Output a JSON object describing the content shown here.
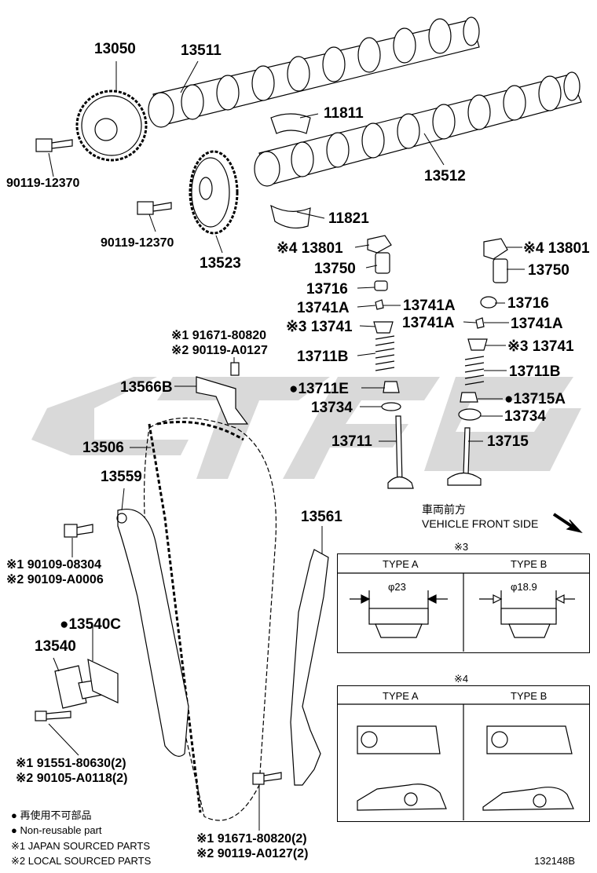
{
  "parts": {
    "p13050": "13050",
    "p13511": "13511",
    "p11811": "11811",
    "p9011912370a": "90119-12370",
    "p13512": "13512",
    "p9011912370b": "90119-12370",
    "p13523": "13523",
    "p11821": "11821",
    "p13801_left": "※4 13801",
    "p13750_left": "13750",
    "p13716_left": "13716",
    "p13741A_l1": "13741A",
    "p13741A_l2": "13741A",
    "p13741_left": "※3 13741",
    "p13711B_left": "13711B",
    "p13711E": "●13711E",
    "p13734_left": "13734",
    "p13711": "13711",
    "p13801_right": "※4 13801",
    "p13750_right": "13750",
    "p13716_right": "13716",
    "p13741A_r1": "13741A",
    "p13741A_r2": "13741A",
    "p13741_right": "※3 13741",
    "p13711B_right": "13711B",
    "p13715A": "●13715A",
    "p13734_right": "13734",
    "p13715": "13715",
    "p91671_80820": "※1 91671-80820",
    "p90119_A0127": "※2 90119-A0127",
    "p13566B": "13566B",
    "p13506": "13506",
    "p13559": "13559",
    "p13561": "13561",
    "p90109_08304": "※1 90109-08304",
    "p90109_A0006": "※2 90109-A0006",
    "p13540C": "●13540C",
    "p13540": "13540",
    "p91551_80630": "※1 91551-80630(2)",
    "p90105_A0118": "※2 90105-A0118(2)",
    "p91671_80820_2": "※1 91671-80820(2)",
    "p90119_A0127_2": "※2 90119-A0127(2)"
  },
  "front": {
    "jp": "車両前方",
    "en": "VEHICLE FRONT SIDE"
  },
  "boxes": {
    "box3": {
      "mark": "※3",
      "typeA": "TYPE A",
      "typeB": "TYPE B",
      "dimA": "φ23",
      "dimB": "φ18.9"
    },
    "box4": {
      "mark": "※4",
      "typeA": "TYPE A",
      "typeB": "TYPE B"
    }
  },
  "legend": {
    "l1": "● 再使用不可部品",
    "l2": "● Non-reusable part",
    "l3": "※1 JAPAN SOURCED PARTS",
    "l4": "※2 LOCAL SOURCED PARTS"
  },
  "illustration_id": "132148B",
  "colors": {
    "line": "#000000",
    "watermark": "#d8d8d8"
  }
}
